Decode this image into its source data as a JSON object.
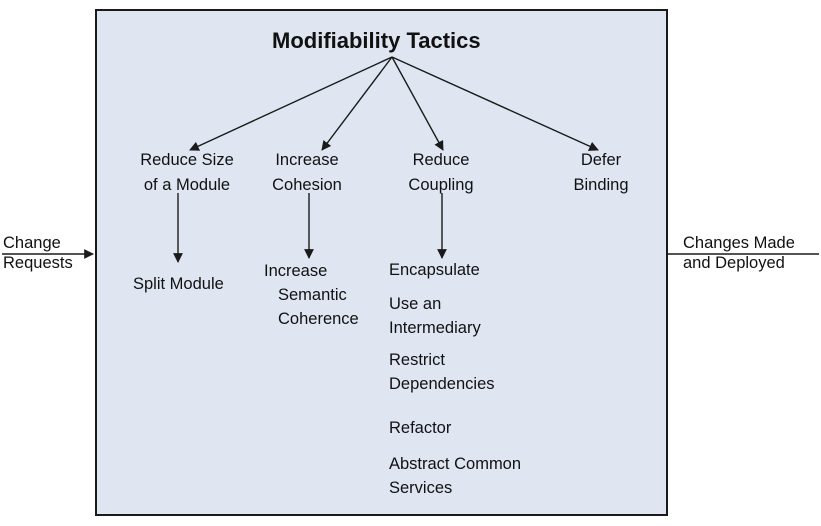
{
  "title": "Modifiability Tactics",
  "input": {
    "line1": "Change",
    "line2": "Requests"
  },
  "output": {
    "line1": "Changes Made",
    "line2": "and Deployed"
  },
  "categories": [
    {
      "line1": "Reduce Size",
      "line2": "of a Module",
      "tactics": [
        {
          "line1": "Split Module"
        }
      ]
    },
    {
      "line1": "Increase",
      "line2": "Cohesion",
      "tactics": [
        {
          "line1": "Increase",
          "line2": "Semantic",
          "line3": "Coherence"
        }
      ]
    },
    {
      "line1": "Reduce",
      "line2": "Coupling",
      "tactics": [
        {
          "line1": "Encapsulate"
        },
        {
          "line1": "Use an",
          "line2": "Intermediary"
        },
        {
          "line1": "Restrict",
          "line2": "Dependencies"
        },
        {
          "line1": "Refactor"
        },
        {
          "line1": "Abstract Common",
          "line2": "Services"
        }
      ]
    },
    {
      "line1": "Defer",
      "line2": "Binding",
      "tactics": []
    }
  ],
  "colors": {
    "frame_fill": "#dfe6f2",
    "stroke": "#1a1a1a",
    "text": "#111111"
  }
}
